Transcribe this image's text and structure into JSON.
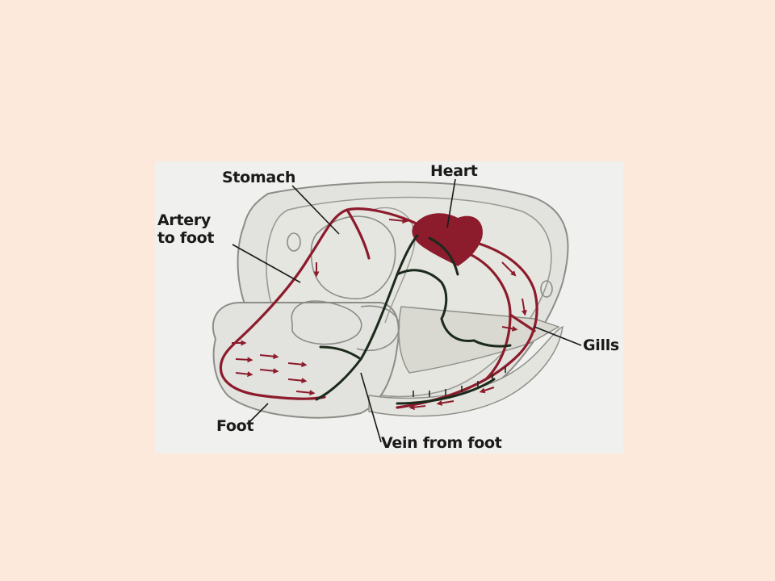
{
  "labels": {
    "stomach": "Stomach",
    "heart": "Heart",
    "artery": [
      "Artery",
      "to foot"
    ],
    "gills": "Gills",
    "foot": "Foot",
    "vein": "Vein from foot"
  },
  "colors": {
    "page_background": "#fce9dc",
    "panel_background": "#f0f0ee",
    "body_fill": "#e3e4de",
    "outline": "#8d8d88",
    "artery": "#8c1b2c",
    "vein": "#1b2a1b",
    "label_text": "#1a1a1a"
  }
}
